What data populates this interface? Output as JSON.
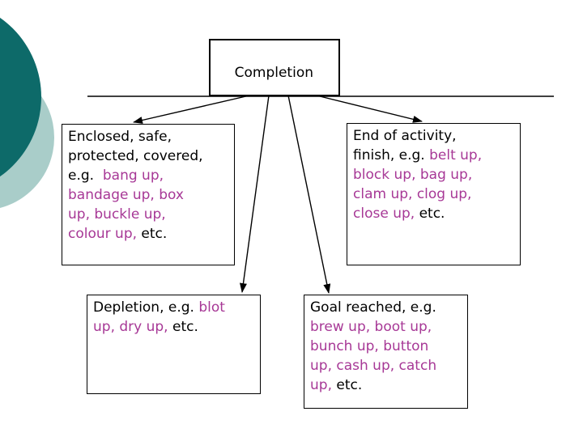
{
  "colors": {
    "k": "#000000",
    "p": "#a73896",
    "teal_dark": "#0d6a69",
    "teal_light": "#a9cdc9",
    "line": "#000000"
  },
  "title_box": {
    "label": "Completion"
  },
  "boxes": {
    "enclosed": {
      "segments": [
        {
          "t": "Enclosed, safe,\nprotected, covered,\ne.g.  ",
          "c": "k"
        },
        {
          "t": "bang up,\nbandage up, box\nup, buckle up,\ncolour up,",
          "c": "p"
        },
        {
          "t": " etc.",
          "c": "k"
        }
      ]
    },
    "end_of_activity": {
      "segments": [
        {
          "t": "End of activity,\nfinish, e.g. ",
          "c": "k"
        },
        {
          "t": "belt up,\nblock up, bag up,\nclam up, clog up,\nclose up,",
          "c": "p"
        },
        {
          "t": " etc.",
          "c": "k"
        }
      ]
    },
    "depletion": {
      "segments": [
        {
          "t": "Depletion, e.g. ",
          "c": "k"
        },
        {
          "t": "blot\nup, dry up,",
          "c": "p"
        },
        {
          "t": " etc.",
          "c": "k"
        }
      ]
    },
    "goal_reached": {
      "segments": [
        {
          "t": "Goal reached, e.g.\n",
          "c": "k"
        },
        {
          "t": "brew up, boot up,\nbunch up, button\nup, cash up, catch\nup,",
          "c": "p"
        },
        {
          "t": " etc.",
          "c": "k"
        }
      ]
    }
  }
}
